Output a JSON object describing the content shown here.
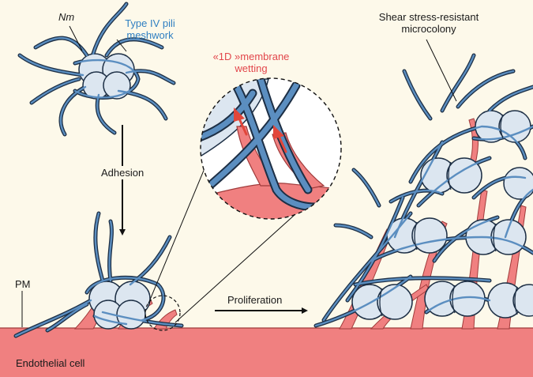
{
  "labels": {
    "nm": "Nm",
    "pili_line1": "Type IV pili",
    "pili_line2": "meshwork",
    "wetting_line1": "«1D »membrane",
    "wetting_line2": "wetting",
    "microcolony_line1": "Shear stress-resistant",
    "microcolony_line2": "microcolony",
    "adhesion": "Adhesion",
    "proliferation": "Proliferation",
    "pm": "PM",
    "endothelial": "Endothelial cell"
  },
  "colors": {
    "background": "#fdf9ea",
    "membrane": "#f08080",
    "membrane_outline": "#a03b3b",
    "pili": "#5b8ec0",
    "pili_outline": "#1d2f45",
    "bacterium_fill": "#dce6f0",
    "bacterium_outline": "#1d2f45",
    "arrow_red": "#e2463b",
    "label_blue": "#2f7fc1",
    "label_red": "#e2464b"
  }
}
